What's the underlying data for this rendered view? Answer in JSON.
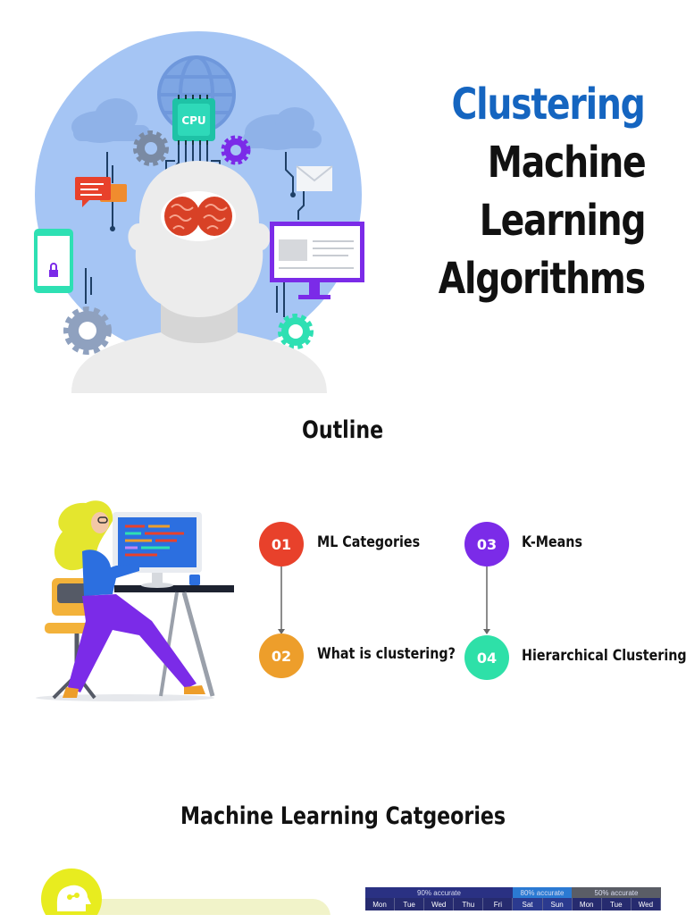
{
  "hero": {
    "title_accent": "Clustering",
    "title_line2": "Machine",
    "title_line3": "Learning",
    "title_line4": "Algorithms",
    "cpu_label": "CPU"
  },
  "outline": {
    "heading": "Outline",
    "steps": [
      {
        "number": "01",
        "label": "ML Categories"
      },
      {
        "number": "02",
        "label": "What is clustering?"
      },
      {
        "number": "03",
        "label": "K-Means"
      },
      {
        "number": "04",
        "label": "Hierarchical Clustering"
      }
    ]
  },
  "ml_categories": {
    "heading": "Machine Learning Catgeories",
    "calendar": {
      "groups": [
        "90% accurate",
        "80% accurate",
        "50% accurate"
      ],
      "days": [
        "Mon",
        "Tue",
        "Wed",
        "Thu",
        "Fri",
        "Sat",
        "Sun",
        "Mon",
        "Tue",
        "Wed"
      ]
    }
  },
  "colors": {
    "accent_blue": "#1565c0",
    "step1": "#e8412b",
    "step2": "#ed9e2b",
    "step3": "#7b2be8",
    "step4": "#2ee0a8"
  }
}
